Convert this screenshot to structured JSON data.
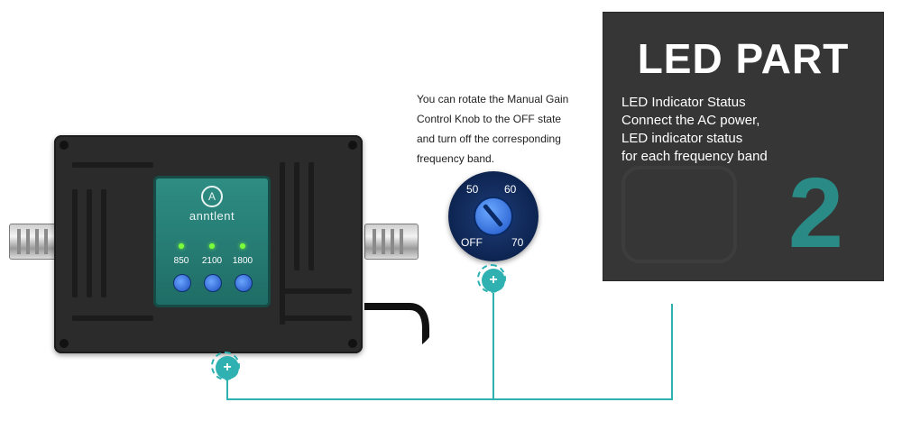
{
  "device": {
    "brand": "anntlent",
    "bands": [
      "850",
      "2100",
      "1800"
    ]
  },
  "callout": {
    "lines": [
      "You can rotate the Manual Gain",
      "Control Knob to the OFF state",
      "and turn off the corresponding",
      "frequency band."
    ]
  },
  "knob": {
    "labels": {
      "tl": "50",
      "tr": "60",
      "bl": "OFF",
      "br": "70"
    }
  },
  "led_panel": {
    "title": "LED PART",
    "lines": [
      "LED Indicator Status",
      "Connect the AC power,",
      "LED indicator status",
      "for each frequency band"
    ],
    "number": "2"
  },
  "markers": {
    "symbol": "+"
  },
  "colors": {
    "accent": "#2fb1b1",
    "panel_bg": "#363636",
    "number": "#2a8a85",
    "device_panel": "#2e8d83"
  }
}
